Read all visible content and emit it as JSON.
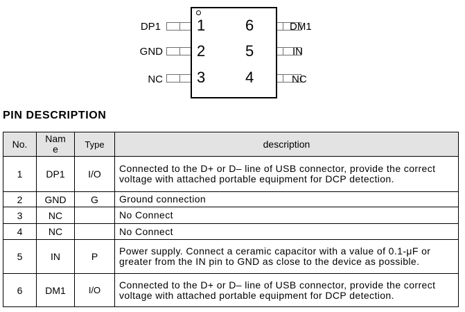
{
  "diagram": {
    "left_pins": [
      {
        "label": "DP1",
        "number": "1"
      },
      {
        "label": "GND",
        "number": "2"
      },
      {
        "label": "NC",
        "number": "3"
      }
    ],
    "right_pins": [
      {
        "label": "DM1",
        "number": "6"
      },
      {
        "label": "IN",
        "number": "5"
      },
      {
        "label": "NC",
        "number": "4"
      }
    ]
  },
  "heading": "PIN DESCRIPTION",
  "table": {
    "headers": {
      "no": "No.",
      "name_line1": "Nam",
      "name_line2": "e",
      "type": "Type",
      "description": "description"
    },
    "rows": [
      {
        "no": "1",
        "name": "DP1",
        "type": "I/O",
        "description": "Connected to the D+ or D– line of USB connector, provide the correct voltage with attached portable equipment for DCP detection."
      },
      {
        "no": "2",
        "name": "GND",
        "type": "G",
        "description": "Ground connection"
      },
      {
        "no": "3",
        "name": "NC",
        "type": "",
        "description": "No Connect"
      },
      {
        "no": "4",
        "name": "NC",
        "type": "",
        "description": "No Connect"
      },
      {
        "no": "5",
        "name": "IN",
        "type": "P",
        "description": "Power supply. Connect a ceramic capacitor with a value of 0.1-μF or greater from the IN pin to GND as close to the device as possible."
      },
      {
        "no": "6",
        "name": "DM1",
        "type": "I/O",
        "description": "Connected to the D+ or D– line of USB connector, provide the correct voltage with attached portable equipment for DCP detection."
      }
    ]
  }
}
